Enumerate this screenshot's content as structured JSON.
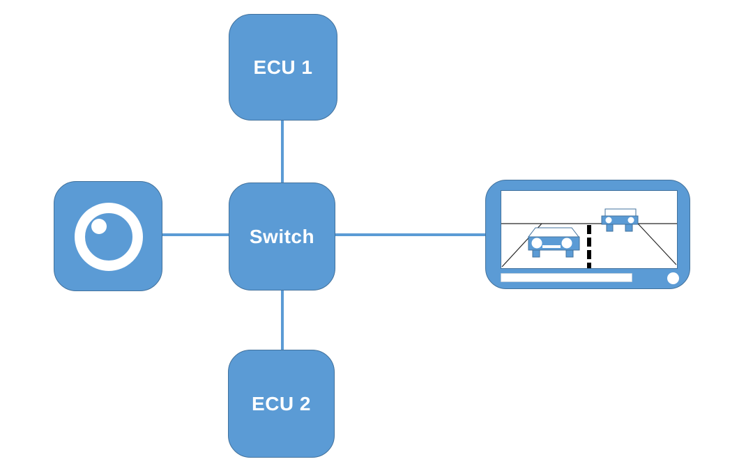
{
  "colors": {
    "accent": "#5B9BD5",
    "outline": "#41719C",
    "label": "#FFFFFF",
    "road_line": "#262626",
    "screen_bg": "#FFFFFF",
    "canvas_bg": "#FFFFFF"
  },
  "diagram": {
    "type": "network-topology",
    "nodes": [
      {
        "id": "ecu1",
        "label": "ECU 1",
        "kind": "rounded-box"
      },
      {
        "id": "camera",
        "label": "",
        "kind": "rounded-box",
        "icon": "camera-lens-icon"
      },
      {
        "id": "switch",
        "label": "Switch",
        "kind": "rounded-box"
      },
      {
        "id": "display",
        "label": "",
        "kind": "display-device",
        "icon": "road-scene-display-icon",
        "screen_content": "road with two cars and dashed lane line"
      },
      {
        "id": "ecu2",
        "label": "ECU 2",
        "kind": "rounded-box"
      }
    ],
    "edges": [
      {
        "from": "ecu1",
        "to": "switch",
        "orientation": "vertical"
      },
      {
        "from": "camera",
        "to": "switch",
        "orientation": "horizontal"
      },
      {
        "from": "switch",
        "to": "display",
        "orientation": "horizontal"
      },
      {
        "from": "switch",
        "to": "ecu2",
        "orientation": "vertical"
      }
    ]
  }
}
